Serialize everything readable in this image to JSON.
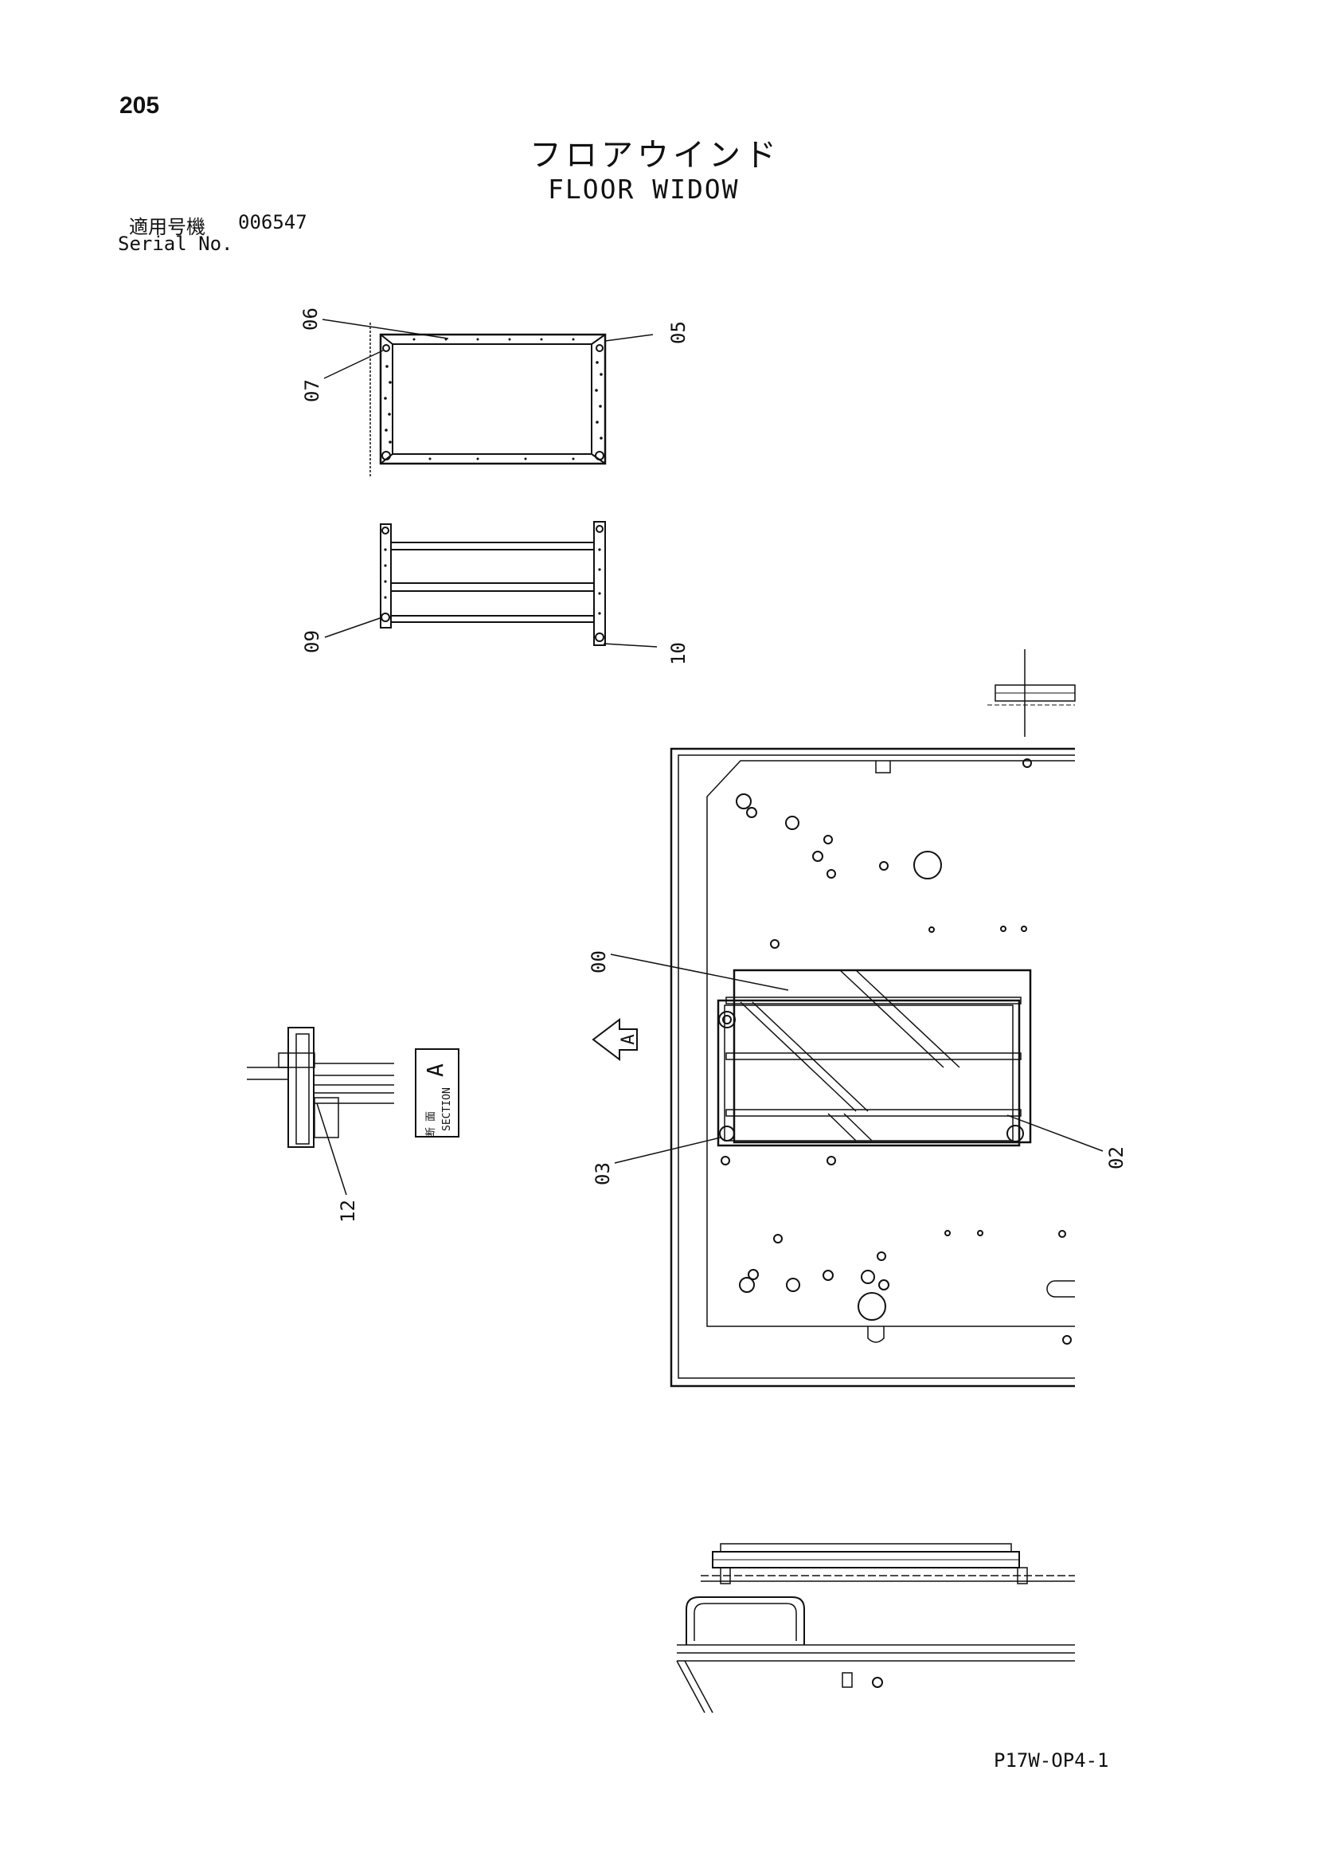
{
  "header": {
    "page_number": "205",
    "title_jp": "フロアウインド",
    "title_en": "FLOOR WIDOW",
    "serial_label_jp": "適用号機",
    "serial_label_en": "Serial No.",
    "serial_value": "006547"
  },
  "callouts": {
    "p00": "00",
    "p02": "02",
    "p03": "03",
    "p05": "05",
    "p06": "06",
    "p07": "07",
    "p09": "09",
    "p10": "10",
    "p12": "12"
  },
  "section": {
    "jp_1": "断",
    "jp_2": "面",
    "en": "SECTION",
    "letter": "A"
  },
  "view_arrow_label": "A",
  "footer": {
    "drawing_code": "P17W-OP4-1"
  }
}
